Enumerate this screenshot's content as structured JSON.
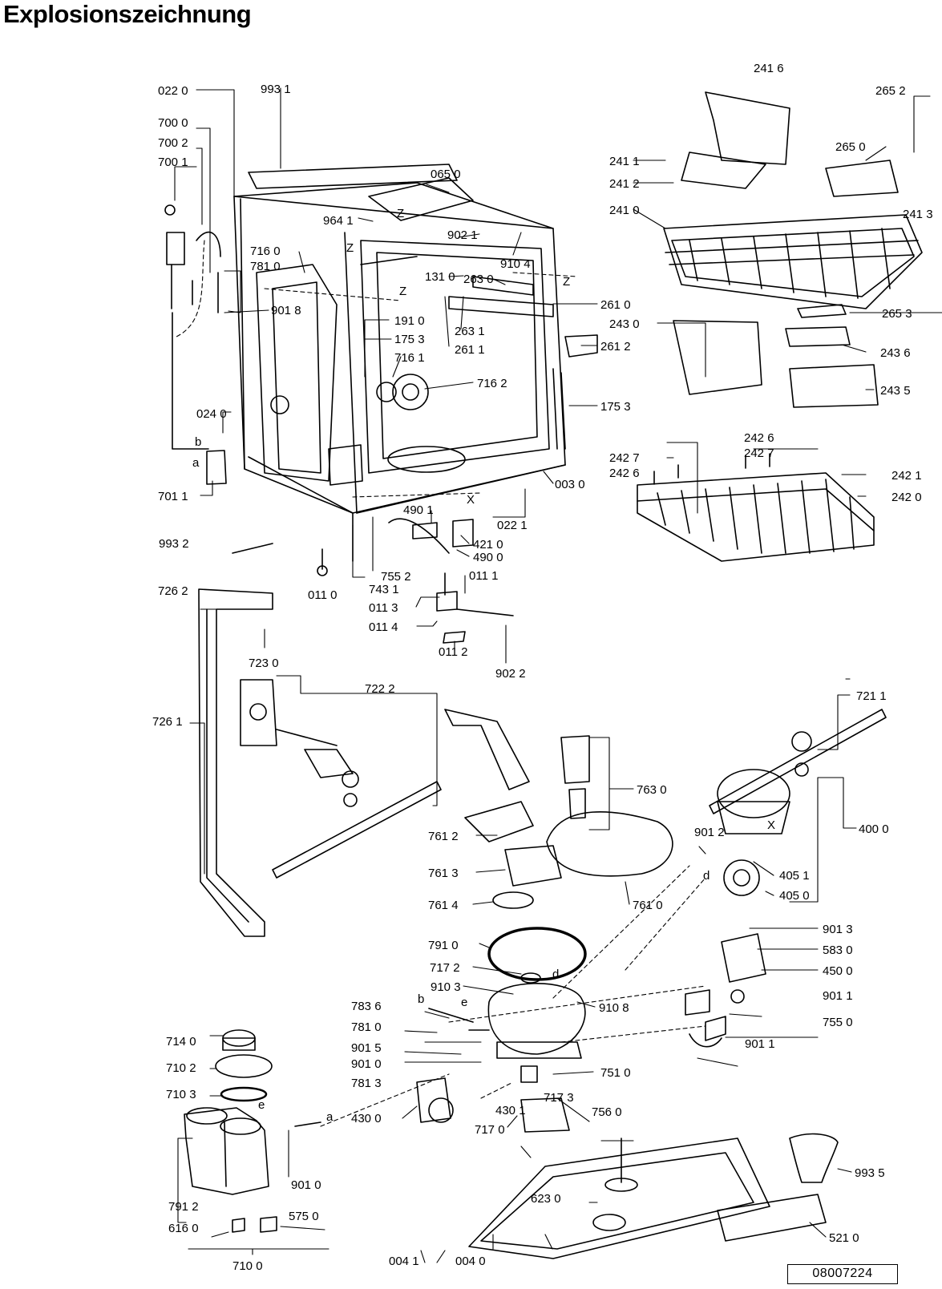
{
  "title": "Explosionszeichnung",
  "reference": "08007224",
  "markers": [
    "Z",
    "Z",
    "Z",
    "Z",
    "X",
    "X",
    "b",
    "a",
    "b",
    "a",
    "e",
    "d",
    "e",
    "d"
  ],
  "part_labels": [
    "022 0",
    "993 1",
    "700 0",
    "700 2",
    "700 1",
    "065 0",
    "964 1",
    "902 1",
    "910 4",
    "716 0",
    "781 0",
    "131 0",
    "263 0",
    "901 8",
    "261 0",
    "263 1",
    "261 1",
    "191 0",
    "175 3",
    "261 2",
    "716 1",
    "716 2",
    "024 0",
    "175 3",
    "003 0",
    "701 1",
    "022 1",
    "490 1",
    "421 0",
    "490 0",
    "993 2",
    "755 2",
    "011 1",
    "011 0",
    "743 1",
    "011 3",
    "011 4",
    "011 2",
    "902 2",
    "241 6",
    "265 2",
    "241 1",
    "265 0",
    "241 2",
    "241 3",
    "241 0",
    "265 3",
    "243 0",
    "243 6",
    "243 5",
    "242 6",
    "242 7",
    "242 7",
    "242 6",
    "242 1",
    "242 0",
    "726 2",
    "723 0",
    "722 2",
    "726 1",
    "721 1",
    "763 0",
    "400 0",
    "761 2",
    "901 2",
    "405 1",
    "761 3",
    "405 0",
    "761 4",
    "761 0",
    "901 3",
    "791 0",
    "583 0",
    "717 2",
    "450 0",
    "910 3",
    "783 6",
    "910 8",
    "901 1",
    "781 0",
    "755 0",
    "901 5",
    "901 1",
    "901 0",
    "781 3",
    "751 0",
    "714 0",
    "710 2",
    "430 0",
    "717 3",
    "710 3",
    "430 1",
    "756 0",
    "717 0",
    "993 5",
    "901 0",
    "623 0",
    "791 2",
    "616 0",
    "575 0",
    "521 0",
    "004 1",
    "004 0",
    "710 0"
  ]
}
